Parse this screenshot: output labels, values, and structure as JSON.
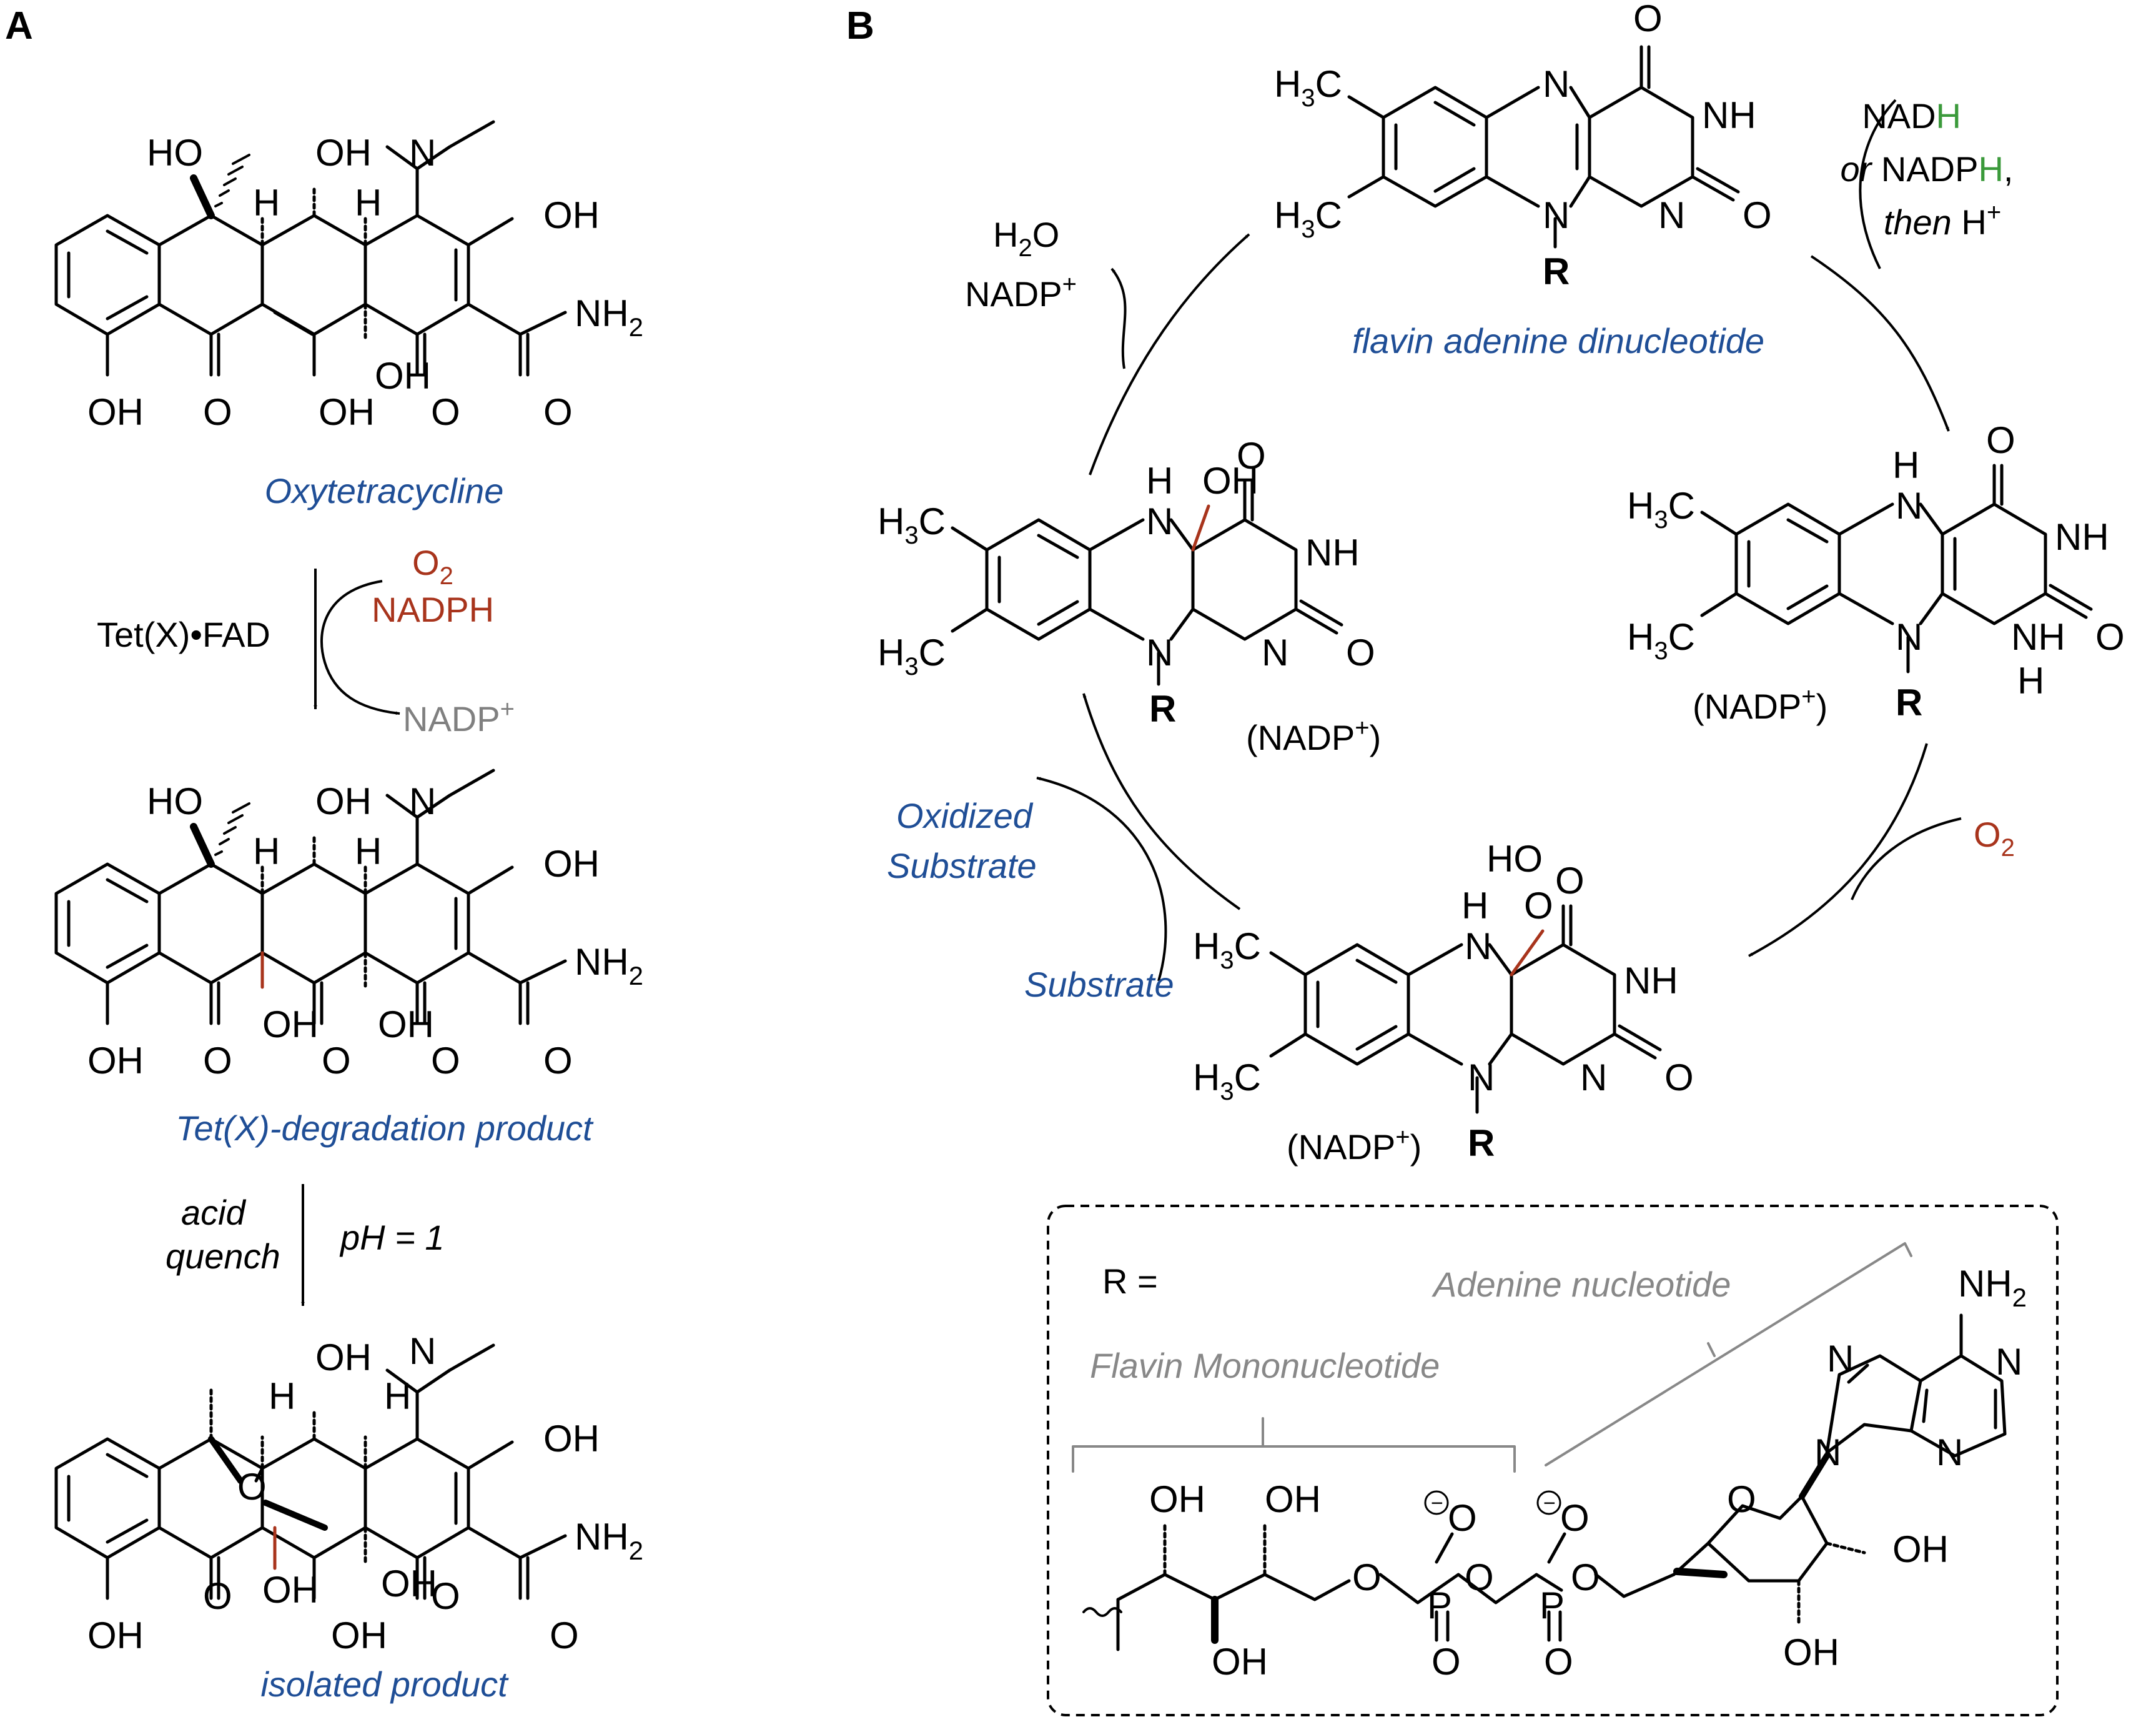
{
  "panels": {
    "a": "A",
    "b": "B"
  },
  "colors": {
    "bond": "#000000",
    "caption": "#1f4e96",
    "oxygen_red": "#a8341c",
    "hydrogen_green": "#3b9a3b",
    "grey": "#888888"
  },
  "panel_a": {
    "atoms": {
      "HO": "HO",
      "OH": "OH",
      "H": "H",
      "N": "N",
      "O": "O",
      "NH2": "NH",
      "sub2": "2"
    },
    "structure1_caption": "Oxytetracycline",
    "step1": {
      "enzyme": "Tet(X)•FAD",
      "o2": "O",
      "o2_sub": "2",
      "nadph": "NADPH",
      "nadp": "NADP",
      "plus": "+"
    },
    "structure2_caption": "Tet(X)-degradation product",
    "step2": {
      "line1": "acid",
      "line2": "quench",
      "condition": "pH = 1"
    },
    "structure3_caption": "isolated product"
  },
  "panel_b": {
    "flavin_caption": "flavin adenine dinucleotide",
    "atoms": {
      "H3C": "H",
      "C": "C",
      "sub3": "3",
      "N": "N",
      "NH": "NH",
      "H": "H",
      "O": "O",
      "R": "R",
      "OH": "OH",
      "HO": "HO"
    },
    "reductant": {
      "nadh_prefix": "NAD",
      "h": "H",
      "or": "or",
      "nadp_prefix": " NADP",
      "comma": ",",
      "then": "then",
      "hplus": " H",
      "plus": "+"
    },
    "nadp_label": "(NADP",
    "plus": "+",
    "close_paren": ")",
    "o2": "O",
    "o2_sub": "2",
    "water": {
      "h": "H",
      "sub2": "2",
      "o": "O"
    },
    "nadp_out": "NADP",
    "substrate": "Substrate",
    "oxidized_line1": "Oxidized",
    "oxidized_line2": "Substrate",
    "r_box": {
      "r_equals": "R =",
      "adenine_label": "Adenine nucleotide",
      "fmn_label": "Flavin Mononucleotide",
      "nh2": "NH",
      "sub2": "2",
      "N": "N",
      "O": "O",
      "P": "P",
      "OH": "OH",
      "minus": "−"
    }
  }
}
